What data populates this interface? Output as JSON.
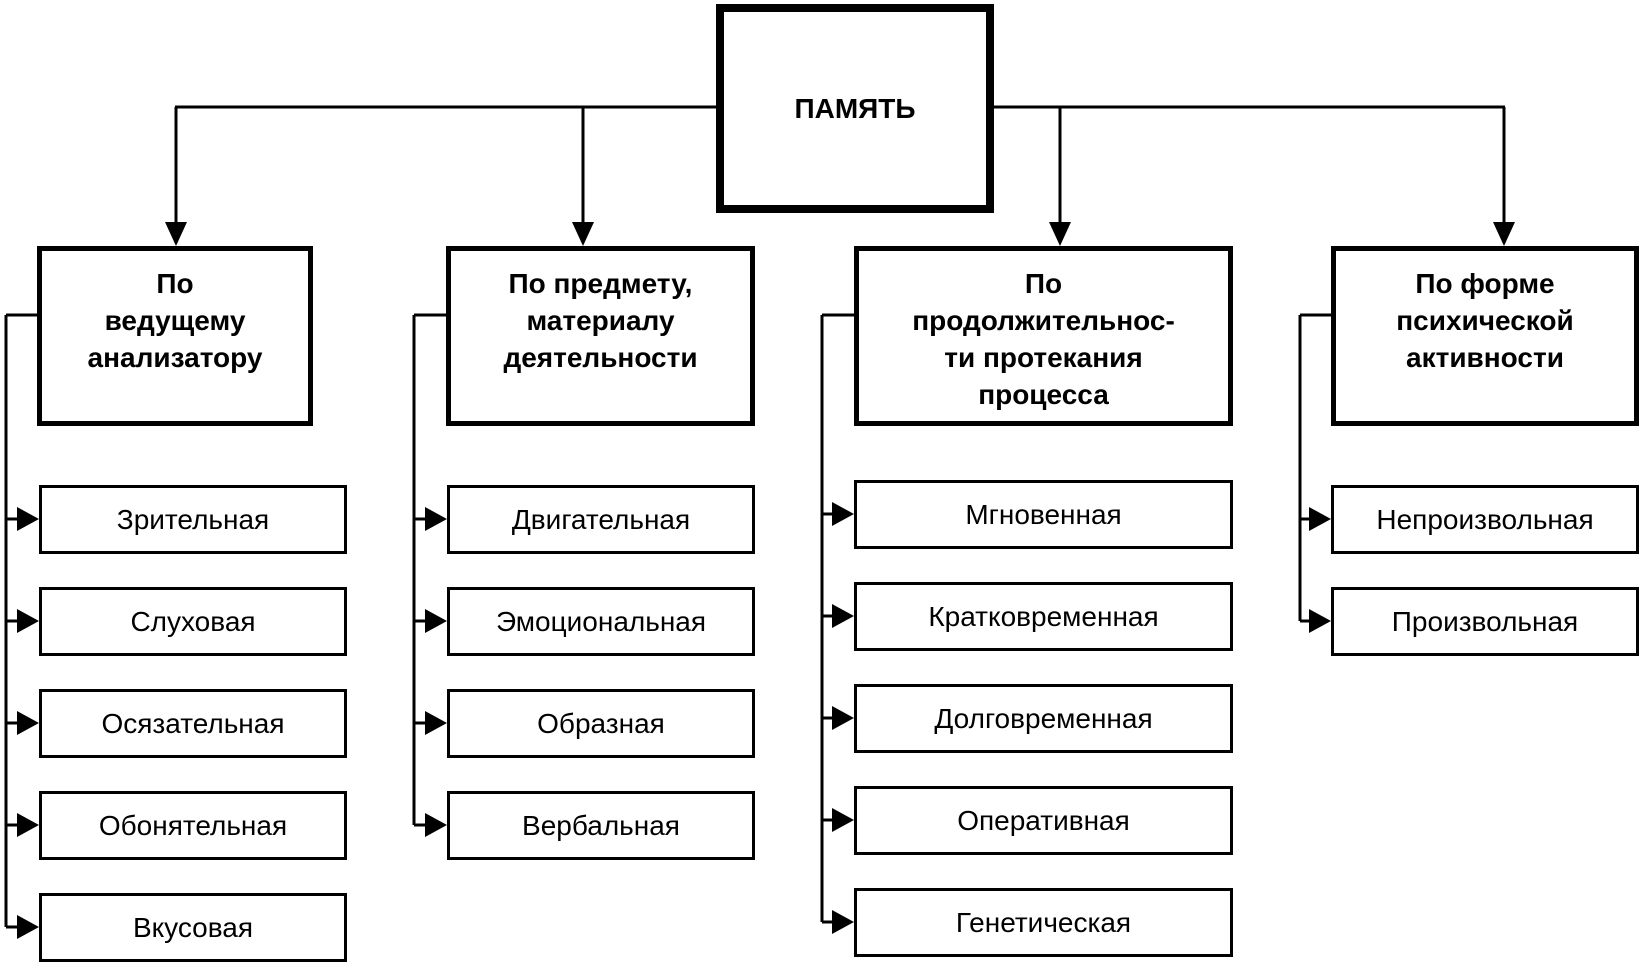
{
  "diagram": {
    "root": {
      "label": "ПАМЯТЬ"
    },
    "categories": [
      {
        "label": "По\nведущему\nанализатору",
        "items": [
          "Зрительная",
          "Слуховая",
          "Осязательная",
          "Обонятельная",
          "Вкусовая"
        ]
      },
      {
        "label": "По предмету,\nматериалу\nдеятельности",
        "items": [
          "Двигательная",
          "Эмоциональная",
          "Образная",
          "Вербальная"
        ]
      },
      {
        "label": "По\nпродолжительнос-\nти протекания\nпроцесса",
        "items": [
          "Мгновенная",
          "Кратковременная",
          "Долговременная",
          "Оперативная",
          "Генетическая"
        ]
      },
      {
        "label": "По форме\nпсихической\nактивности",
        "items": [
          "Непроизвольная",
          "Произвольная"
        ]
      }
    ],
    "colors": {
      "line": "#000000",
      "background": "#ffffff",
      "text": "#000000"
    }
  }
}
